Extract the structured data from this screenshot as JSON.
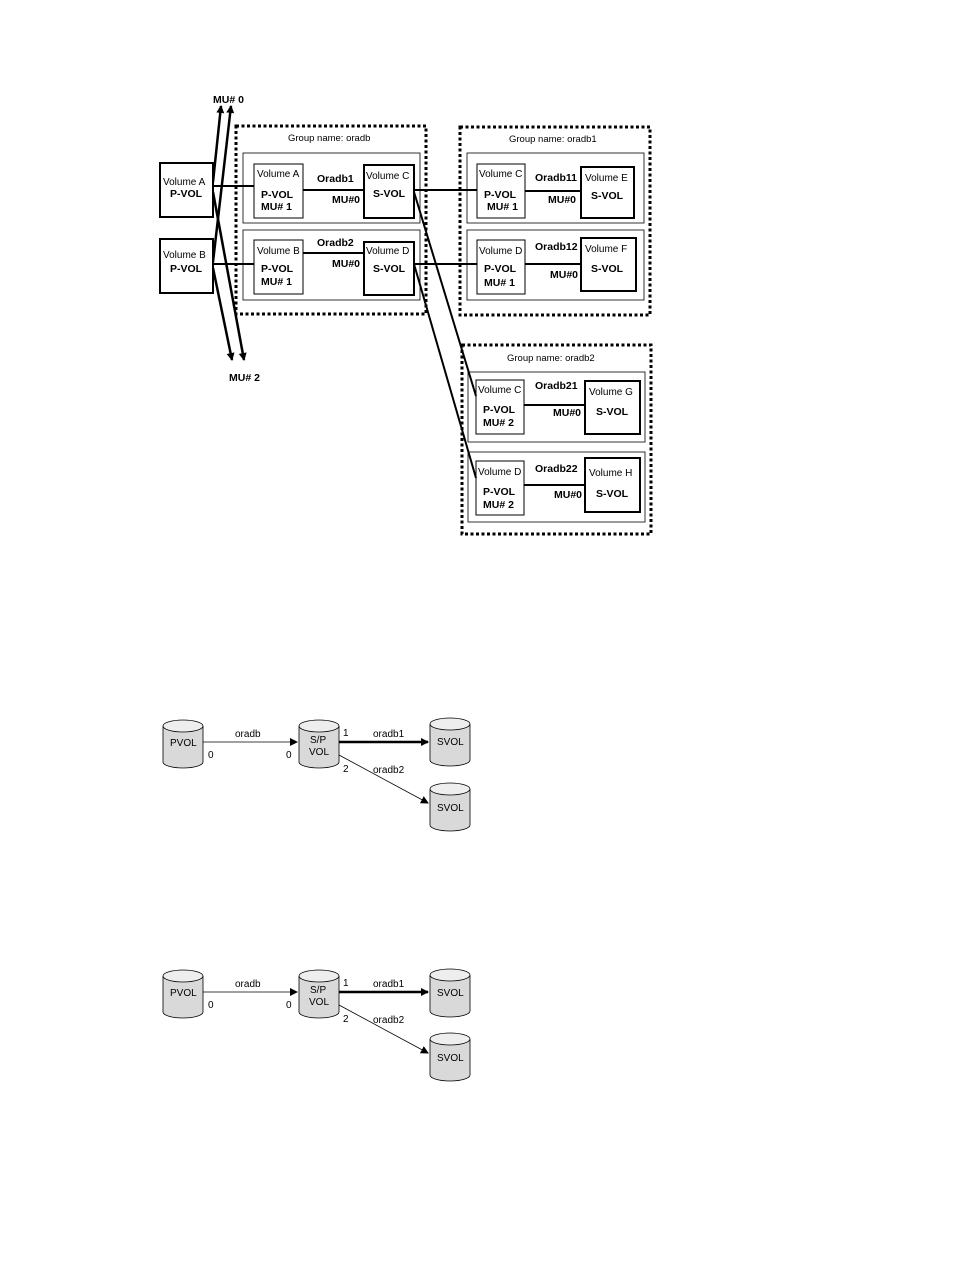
{
  "diagram1": {
    "mu0_label": "MU# 0",
    "mu2_label": "MU# 2",
    "groups": [
      {
        "name": "Group name: oradb"
      },
      {
        "name": "Group name: oradb1"
      },
      {
        "name": "Group name: oradb2"
      }
    ],
    "external_volumes": [
      {
        "name": "Volume A",
        "type": "P-VOL"
      },
      {
        "name": "Volume B",
        "type": "P-VOL"
      }
    ],
    "pairs": [
      {
        "pair_name": "Oradb1",
        "p_name": "Volume A",
        "p_type": "P-VOL",
        "p_mu": "MU# 1",
        "s_name": "Volume C",
        "s_type": "S-VOL",
        "s_mu": "MU#0"
      },
      {
        "pair_name": "Oradb2",
        "p_name": "Volume B",
        "p_type": "P-VOL",
        "p_mu": "MU# 1",
        "s_name": "Volume D",
        "s_type": "S-VOL",
        "s_mu": "MU#0"
      },
      {
        "pair_name": "Oradb11",
        "p_name": "Volume C",
        "p_type": "P-VOL",
        "p_mu": "MU# 1",
        "s_name": "Volume E",
        "s_type": "S-VOL",
        "s_mu": "MU#0"
      },
      {
        "pair_name": "Oradb12",
        "p_name": "Volume D",
        "p_type": "P-VOL",
        "p_mu": "MU# 1",
        "s_name": "Volume F",
        "s_type": "S-VOL",
        "s_mu": "MU#0"
      },
      {
        "pair_name": "Oradb21",
        "p_name": "Volume C",
        "p_type": "P-VOL",
        "p_mu": "MU# 2",
        "s_name": "Volume G",
        "s_type": "S-VOL",
        "s_mu": "MU#0"
      },
      {
        "pair_name": "Oradb22",
        "p_name": "Volume D",
        "p_type": "P-VOL",
        "p_mu": "MU# 2",
        "s_name": "Volume H",
        "s_type": "S-VOL",
        "s_mu": "MU#0"
      }
    ]
  },
  "diagrams_small": [
    {
      "pvol": "PVOL",
      "sp_line1": "S/P",
      "sp_line2": "VOL",
      "svol_top": "SVOL",
      "svol_bottom": "SVOL",
      "link1": "oradb",
      "link2": "oradb1",
      "link3": "oradb2",
      "mu_p": "0",
      "mu_sp": "0",
      "mu_out1": "1",
      "mu_out2": "2"
    },
    {
      "pvol": "PVOL",
      "sp_line1": "S/P",
      "sp_line2": "VOL",
      "svol_top": "SVOL",
      "svol_bottom": "SVOL",
      "link1": "oradb",
      "link2": "oradb1",
      "link3": "oradb2",
      "mu_p": "0",
      "mu_sp": "0",
      "mu_out1": "1",
      "mu_out2": "2"
    }
  ],
  "colors": {
    "line": "#000000",
    "cylinder_fill": "#d9d9d9",
    "cylinder_top": "#eeeeee"
  }
}
